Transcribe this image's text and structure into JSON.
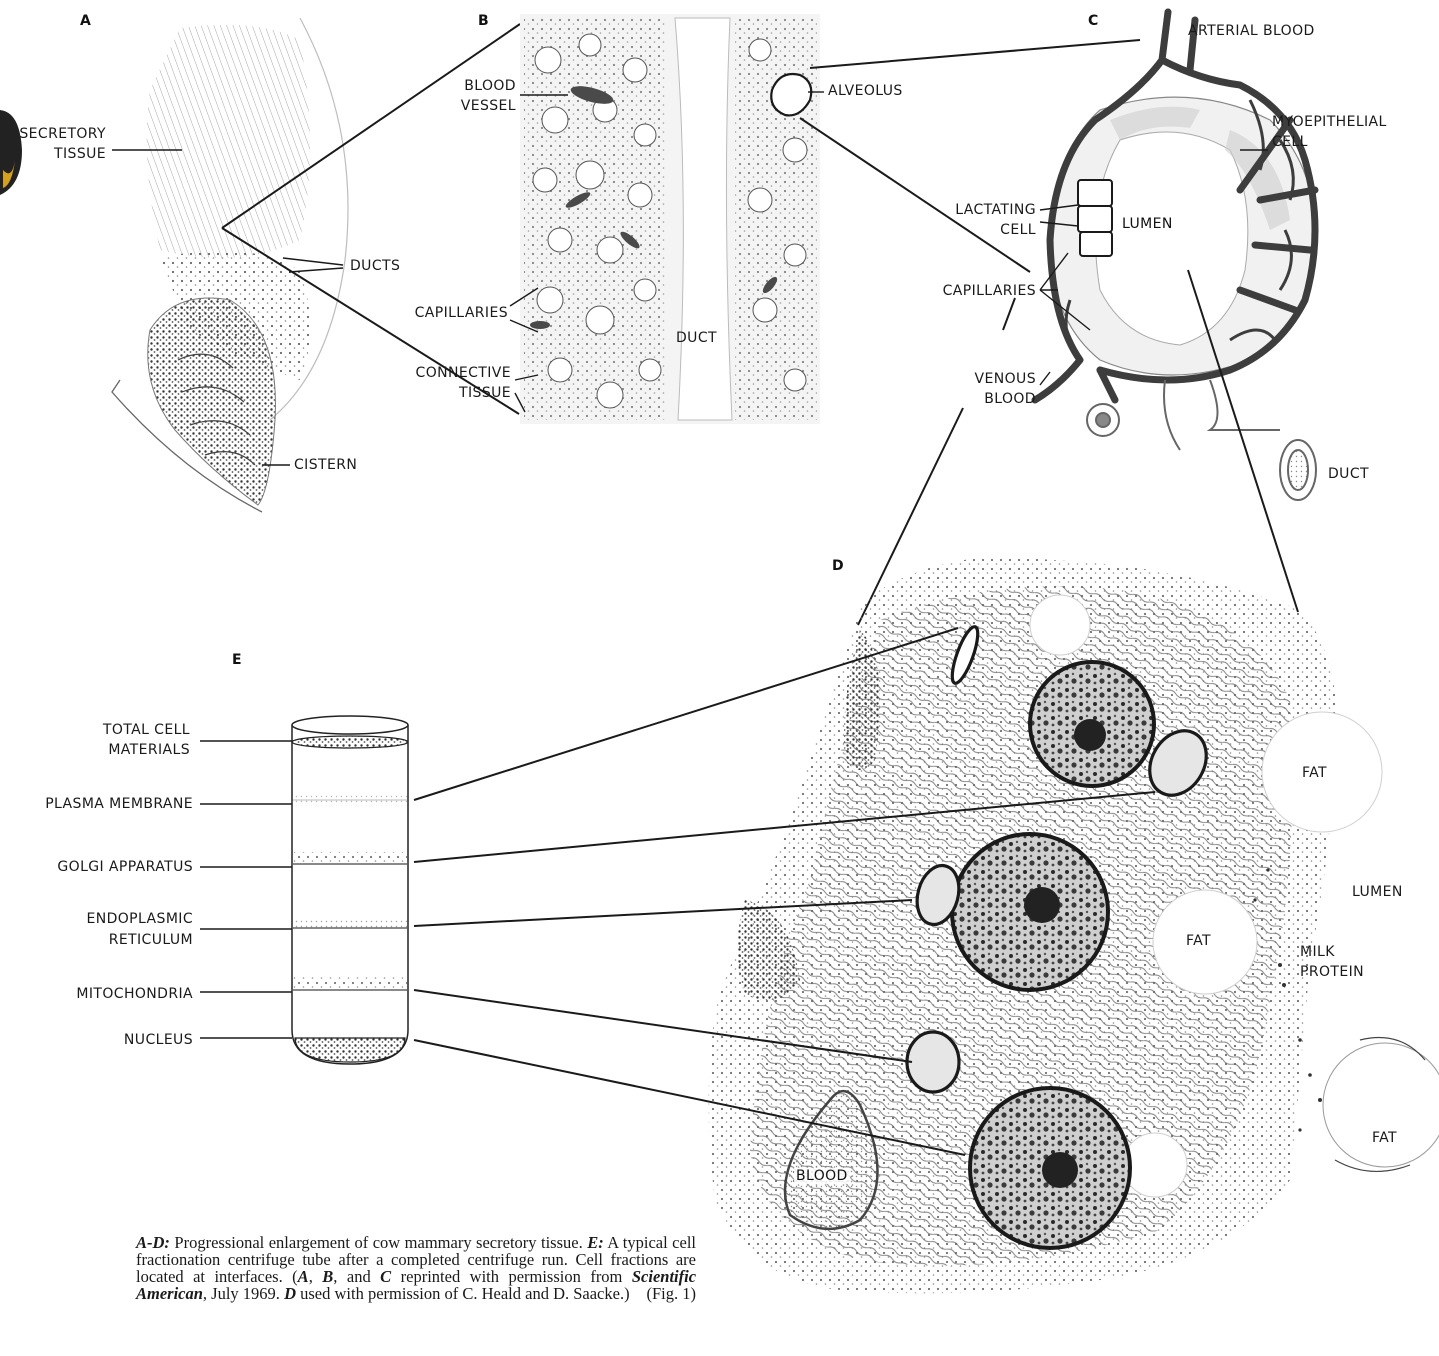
{
  "panels": {
    "a": {
      "letter": "A",
      "labels": {
        "secretory_tissue_1": "SECRETORY",
        "secretory_tissue_2": "TISSUE",
        "ducts": "DUCTS",
        "cistern": "CISTERN"
      }
    },
    "b": {
      "letter": "B",
      "labels": {
        "blood_vessel_1": "BLOOD",
        "blood_vessel_2": "VESSEL",
        "alveolus": "ALVEOLUS",
        "capillaries": "CAPILLARIES",
        "duct": "DUCT",
        "connective_tissue_1": "CONNECTIVE",
        "connective_tissue_2": "TISSUE"
      }
    },
    "c": {
      "letter": "C",
      "labels": {
        "arterial_blood": "ARTERIAL BLOOD",
        "myoepithelial_1": "MYOEPITHELIAL",
        "myoepithelial_2": "CELL",
        "lactating_1": "LACTATING",
        "lactating_2": "CELL",
        "lumen": "LUMEN",
        "capillaries": "CAPILLARIES",
        "venous_1": "VENOUS",
        "venous_2": "BLOOD",
        "duct": "DUCT"
      }
    },
    "d": {
      "letter": "D",
      "labels": {
        "fat_1": "FAT",
        "lumen": "LUMEN",
        "fat_2": "FAT",
        "milk_protein_1": "MILK",
        "milk_protein_2": "PROTEIN",
        "fat_3": "FAT",
        "blood": "BLOOD"
      }
    },
    "e": {
      "letter": "E",
      "labels": {
        "total_1": "TOTAL CELL",
        "total_2": "MATERIALS",
        "plasma_membrane": "PLASMA MEMBRANE",
        "golgi": "GOLGI APPARATUS",
        "er_1": "ENDOPLASMIC",
        "er_2": "RETICULUM",
        "mitochondria": "MITOCHONDRIA",
        "nucleus": "NUCLEUS"
      }
    }
  },
  "caption": {
    "label_ad": "A-D:",
    "text_ad": " Progressional enlargement of cow mammary secretory tissue. ",
    "label_e": "E:",
    "text_e": " A typical cell fractionation centrifuge tube after a completed centrifuge run. Cell fractions are located at interfaces. (",
    "credit_a": "A",
    "sep_1": ", ",
    "credit_b": "B",
    "sep_2": ", and ",
    "credit_c": "C",
    "text_reprint": " reprinted with permission from ",
    "journal": "Scientific American",
    "text_date": ", July 1969. ",
    "credit_d": "D",
    "text_d": " used with permission of C. Heald and D. Saacke.)",
    "fig_number": "(Fig. 1)"
  },
  "colors": {
    "ink": "#1a1a1a",
    "vessel": "#3d3d3d",
    "tissue_gray": "#9a9a9a",
    "background": "#ffffff"
  }
}
